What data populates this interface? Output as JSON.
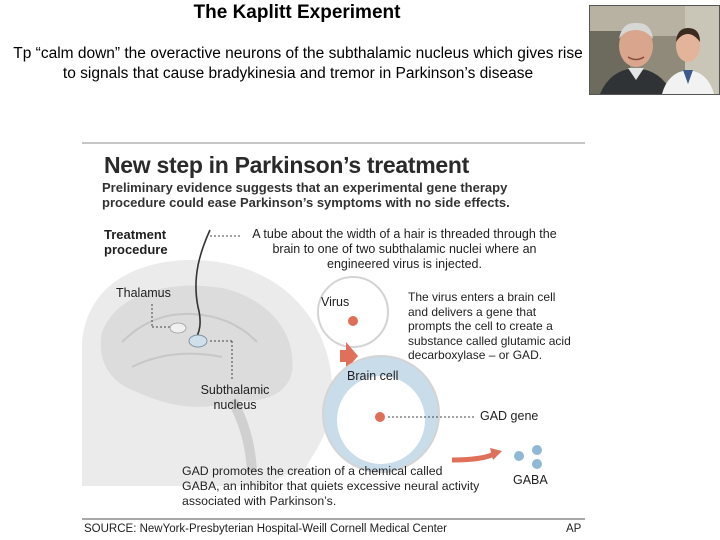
{
  "slide": {
    "title": "The Kaplitt Experiment",
    "body": "Tp “calm down” the overactive neurons of the subthalamic nucleus which gives rise to signals that cause bradykinesia and tremor in Parkinson’s disease"
  },
  "graphic": {
    "title": "New step in Parkinson’s treatment",
    "subtitle": "Preliminary evidence suggests that an experimental gene therapy procedure could ease Parkinson’s symptoms with no side effects.",
    "treatment_label": "Treatment procedure",
    "tube_text": "A tube about the width of a hair is threaded through the brain to one of two subthalamic nuclei where an engineered virus is injected.",
    "thalamus_label": "Thalamus",
    "virus_label": "Virus",
    "virus_description": "The virus enters a brain cell and delivers a gene that prompts the cell to create a substance called glutamic acid decarboxylase – or GAD.",
    "brain_cell_label": "Brain cell",
    "subthalamic_label": "Subthalamic nucleus",
    "gad_gene_label": "GAD gene",
    "gad_promotes_text": "GAD promotes the creation of a chemical called GABA, an inhibitor that quiets excessive neural activity associated with Parkinson’s.",
    "gaba_label": "GABA",
    "source": "SOURCE: NewYork-Presbyterian Hospital-Weill Cornell Medical Center",
    "credit": "AP"
  },
  "colors": {
    "head_fill": "#ebebeb",
    "circle_fill": "#c9dcea",
    "circle_stroke": "#d4d4d4",
    "dot_red": "#e06f5a",
    "arrow_red": "#e0705a",
    "gaba_blue": "#8fb8d4",
    "rule": "#8c8c8c"
  }
}
